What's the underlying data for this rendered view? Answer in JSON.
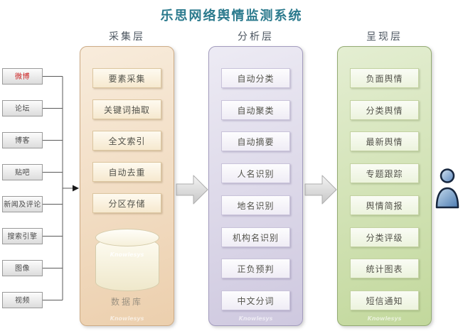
{
  "title": "乐思网络舆情监测系统",
  "brand": {
    "watermark": "Knowlesys"
  },
  "sources": {
    "items": [
      {
        "label": "微博",
        "highlight": true
      },
      {
        "label": "论坛"
      },
      {
        "label": "博客"
      },
      {
        "label": "贴吧"
      },
      {
        "label": "新闻及评论"
      },
      {
        "label": "搜索引擎"
      },
      {
        "label": "图像"
      },
      {
        "label": "视频"
      }
    ]
  },
  "layers": {
    "collection": {
      "title": "采集层",
      "items": [
        "要素采集",
        "关键词抽取",
        "全文索引",
        "自动去重",
        "分区存储"
      ],
      "database_label": "数据库"
    },
    "analysis": {
      "title": "分析层",
      "items": [
        "自动分类",
        "自动聚类",
        "自动摘要",
        "人名识别",
        "地名识别",
        "机构名识别",
        "正负预判",
        "中文分词"
      ]
    },
    "presentation": {
      "title": "呈现层",
      "items": [
        "负面舆情",
        "分类舆情",
        "最新舆情",
        "专题跟踪",
        "舆情简报",
        "分类评级",
        "统计图表",
        "短信通知"
      ]
    }
  },
  "icons": {
    "user": "user-icon",
    "database": "database-cylinder-icon",
    "flow": "arrow-right-icon"
  },
  "colors": {
    "title_text": "#2b7a8d",
    "source_highlight_text": "#cc2222",
    "collection_panel": "#f0dcc0",
    "analysis_panel": "#d8d3e5",
    "presentation_panel": "#cde0aa",
    "flow_arrow": "#d9d9d9",
    "user_icon": "#5b87bd"
  }
}
